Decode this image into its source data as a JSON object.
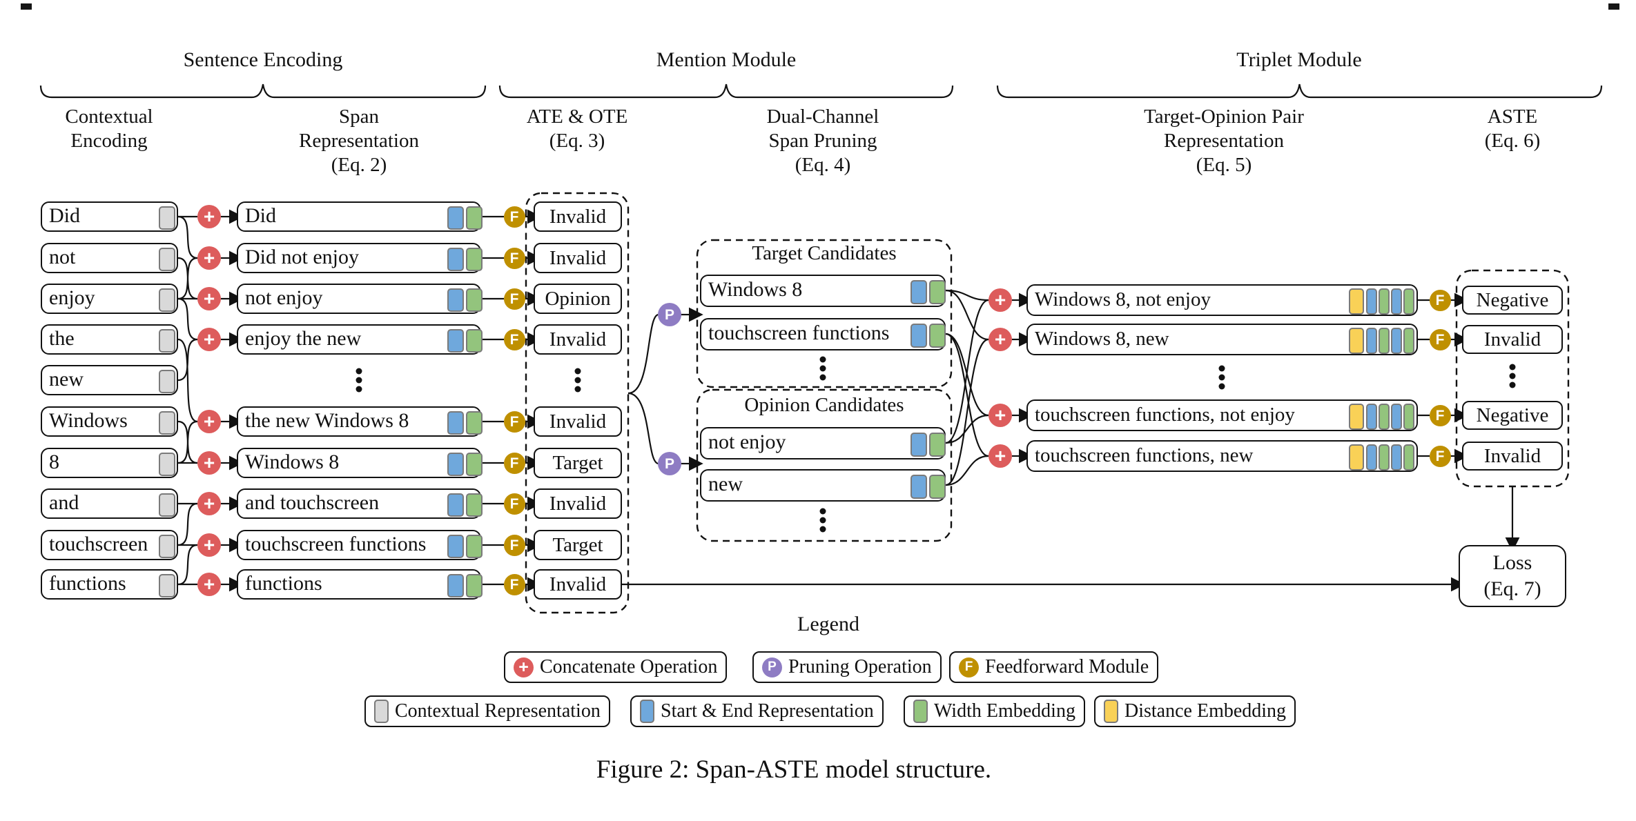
{
  "headers": {
    "modules": [
      {
        "label": "Sentence Encoding"
      },
      {
        "label": "Mention Module"
      },
      {
        "label": "Triplet Module"
      }
    ],
    "columns": [
      {
        "lines": [
          "Contextual",
          "Encoding"
        ]
      },
      {
        "lines": [
          "Span",
          "Representation",
          "(Eq. 2)"
        ]
      },
      {
        "lines": [
          "ATE & OTE",
          "(Eq. 3)"
        ]
      },
      {
        "lines": [
          "Dual-Channel",
          "Span Pruning",
          "(Eq. 4)"
        ]
      },
      {
        "lines": [
          "Target-Opinion Pair",
          "Representation",
          "(Eq. 5)"
        ]
      },
      {
        "lines": [
          "ASTE",
          "(Eq. 6)"
        ]
      }
    ]
  },
  "tokens": [
    "Did",
    "not",
    "enjoy",
    "the",
    "new",
    "Windows",
    "8",
    "and",
    "touchscreen",
    "functions"
  ],
  "spans": [
    {
      "text": "Did",
      "label": "Invalid",
      "from": 0,
      "to": 0
    },
    {
      "text": "Did not enjoy",
      "label": "Invalid",
      "from": 0,
      "to": 2
    },
    {
      "text": "not enjoy",
      "label": "Opinion",
      "from": 1,
      "to": 2
    },
    {
      "text": "enjoy the new",
      "label": "Invalid",
      "from": 2,
      "to": 4
    },
    {
      "ellipsis": true
    },
    {
      "text": "the new Windows 8",
      "label": "Invalid",
      "from": 3,
      "to": 6
    },
    {
      "text": "Windows 8",
      "label": "Target",
      "from": 5,
      "to": 6
    },
    {
      "text": "and touchscreen",
      "label": "Invalid",
      "from": 7,
      "to": 8
    },
    {
      "text": "touchscreen functions",
      "label": "Target",
      "from": 8,
      "to": 9
    },
    {
      "text": "functions",
      "label": "Invalid",
      "from": 9,
      "to": 9
    }
  ],
  "candidates": {
    "target": {
      "title": "Target Candidates",
      "items": [
        "Windows 8",
        "touchscreen functions"
      ]
    },
    "opinion": {
      "title": "Opinion Candidates",
      "items": [
        "not enjoy",
        "new"
      ]
    }
  },
  "pairs": [
    {
      "text": "Windows 8, not enjoy",
      "label": "Negative",
      "target": 0,
      "opinion": 0
    },
    {
      "text": "Windows 8, new",
      "label": "Invalid",
      "target": 0,
      "opinion": 1
    },
    {
      "text": "touchscreen functions, not enjoy",
      "label": "Negative",
      "target": 1,
      "opinion": 0
    },
    {
      "text": "touchscreen functions, new",
      "label": "Invalid",
      "target": 1,
      "opinion": 1
    }
  ],
  "loss": {
    "lines": [
      "Loss",
      "(Eq. 7)"
    ]
  },
  "legend": {
    "title": "Legend",
    "operations": [
      {
        "icon": "concat",
        "label": "Concatenate Operation"
      },
      {
        "icon": "prune",
        "label": "Pruning Operation"
      },
      {
        "icon": "feedforward",
        "label": "Feedforward Module"
      }
    ],
    "representations": [
      {
        "icon": "contextual",
        "label": "Contextual Representation"
      },
      {
        "icon": "startend",
        "label": "Start & End Representation"
      },
      {
        "icon": "width",
        "label": "Width Embedding"
      },
      {
        "icon": "distance",
        "label": "Distance Embedding"
      }
    ]
  },
  "colors": {
    "concat": "#dd5c5c",
    "prune": "#8e7cc3",
    "feedforward": "#bf9000",
    "contextual": "#d9d9d9",
    "startend": "#6fa8dc",
    "width": "#93c47d",
    "distance": "#f9d157"
  },
  "caption": "Figure 2: Span-ASTE model structure."
}
